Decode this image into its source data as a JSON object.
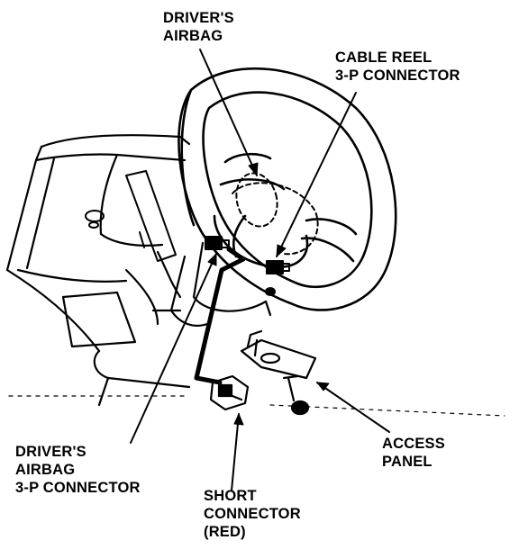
{
  "diagram": {
    "labels": {
      "drivers_airbag": [
        "DRIVER'S",
        "AIRBAG"
      ],
      "cable_reel_connector": [
        "CABLE REEL",
        "3-P CONNECTOR"
      ],
      "drivers_airbag_connector": [
        "DRIVER'S",
        "AIRBAG",
        "3-P CONNECTOR"
      ],
      "access_panel": [
        "ACCESS",
        "PANEL"
      ],
      "short_connector": [
        "SHORT",
        "CONNECTOR",
        "(RED)"
      ]
    },
    "colors": {
      "ink": "#000000",
      "paper": "#ffffff"
    }
  }
}
